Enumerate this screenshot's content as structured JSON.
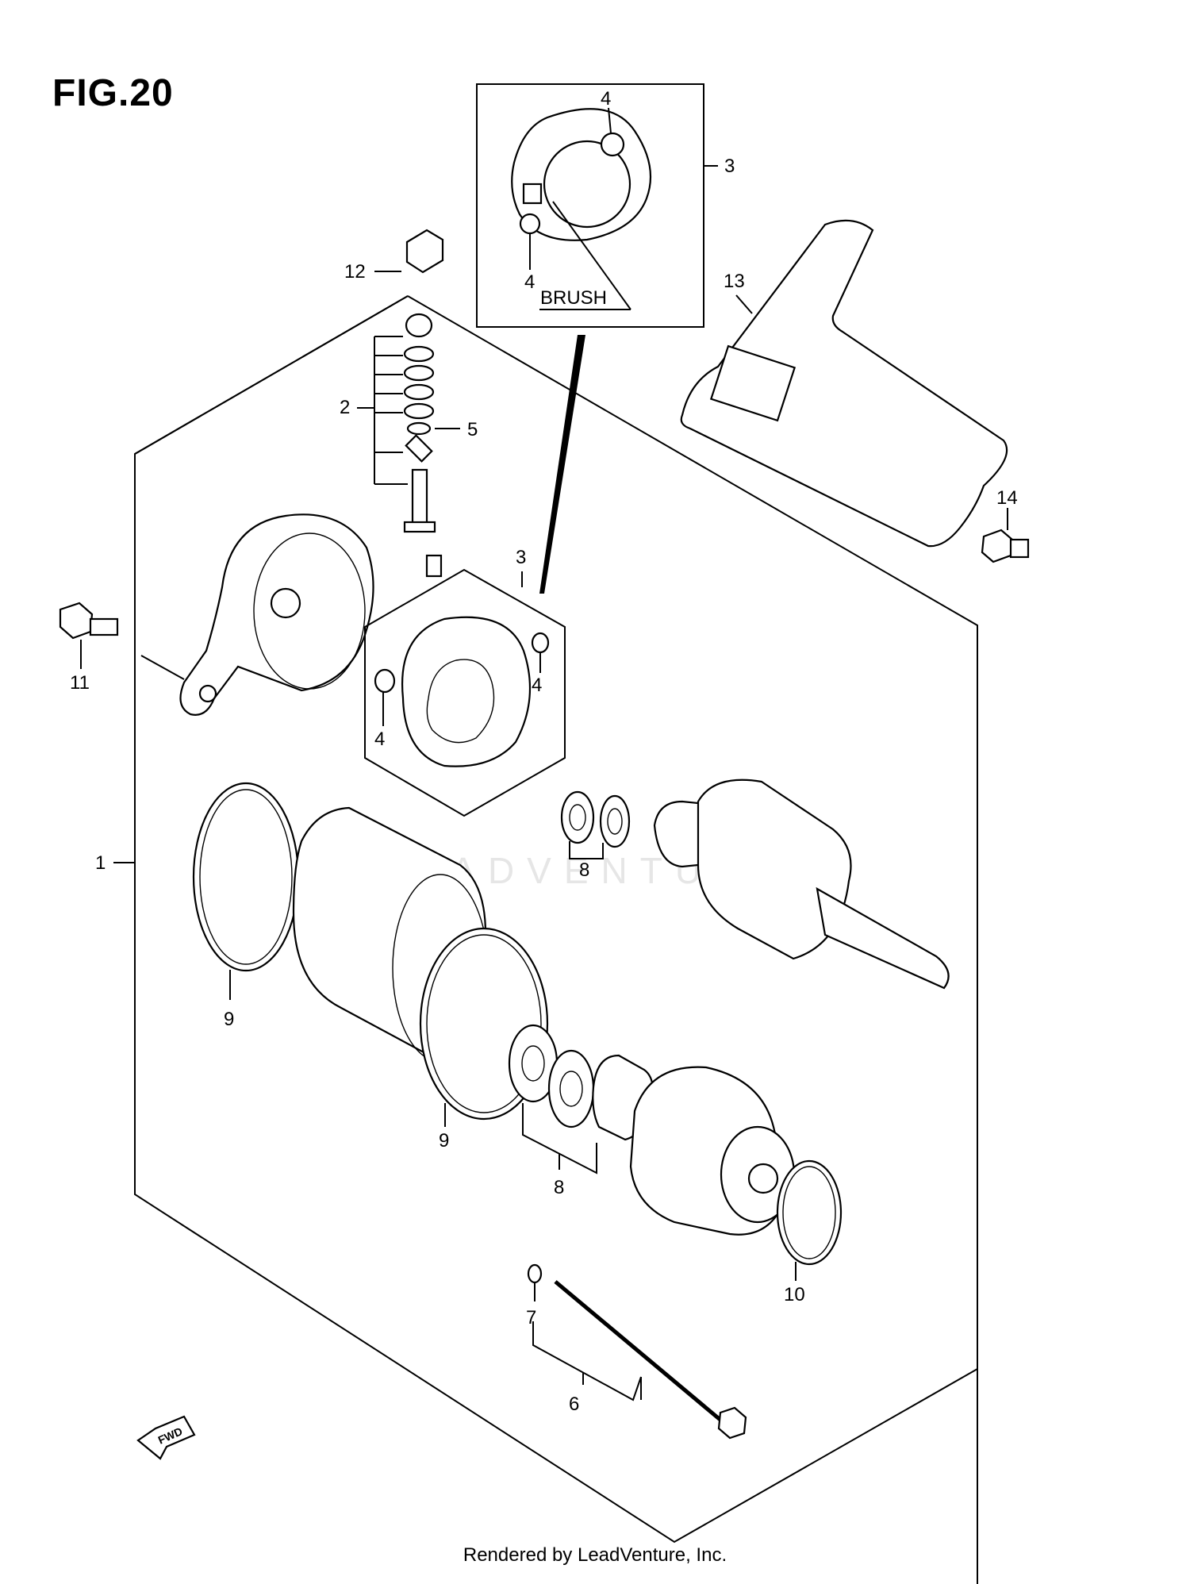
{
  "figure": {
    "title": "FIG.20"
  },
  "callouts": {
    "c1": "1",
    "c2": "2",
    "c3_inset": "3",
    "c3_main": "3",
    "c4_inset_top": "4",
    "c4_inset_bottom": "4",
    "c4_main_left": "4",
    "c4_main_right": "4",
    "c5": "5",
    "c6": "6",
    "c7": "7",
    "c8_upper": "8",
    "c8_lower": "8",
    "c9_left": "9",
    "c9_center": "9",
    "c10": "10",
    "c11": "11",
    "c12": "12",
    "c13": "13",
    "c14": "14"
  },
  "inset": {
    "brush_label": "BRUSH"
  },
  "direction_marker": {
    "label": "FWD"
  },
  "watermark": {
    "text": "LEADVENTURE"
  },
  "footer": {
    "text": "Rendered by LeadVenture, Inc."
  }
}
